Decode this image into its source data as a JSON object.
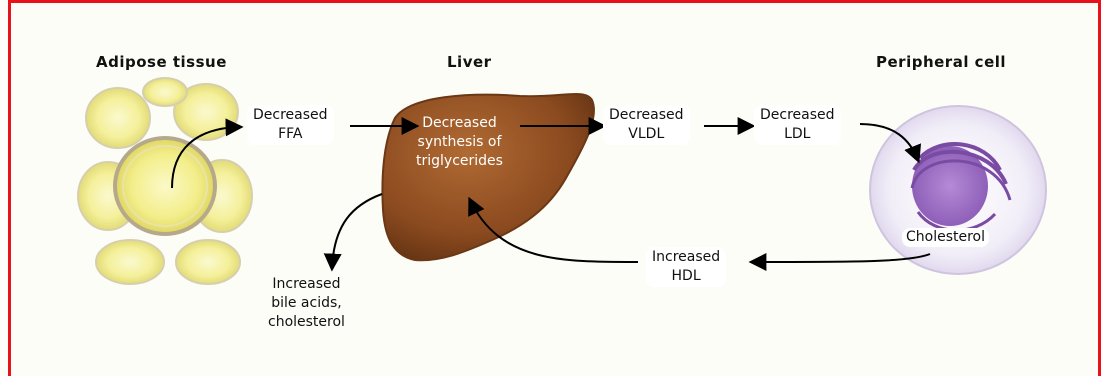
{
  "titles": {
    "adipose": "Adipose tissue",
    "liver": "Liver",
    "peripheral": "Peripheral cell"
  },
  "labels": {
    "ffa": "Decreased\nFFA",
    "liver_text": "Decreased\nsynthesis of\ntriglycerides",
    "vldl": "Decreased\nVLDL",
    "ldl": "Decreased\nLDL",
    "bile": "Increased\nbile acids,\ncholesterol",
    "hdl": "Increased\nHDL",
    "cholesterol": "Cholesterol"
  },
  "colors": {
    "frame": "#e8131a",
    "liver": "#8b4a1f",
    "adipose": "#f3ee8a",
    "cell_nucleus": "#9b6fc1"
  }
}
